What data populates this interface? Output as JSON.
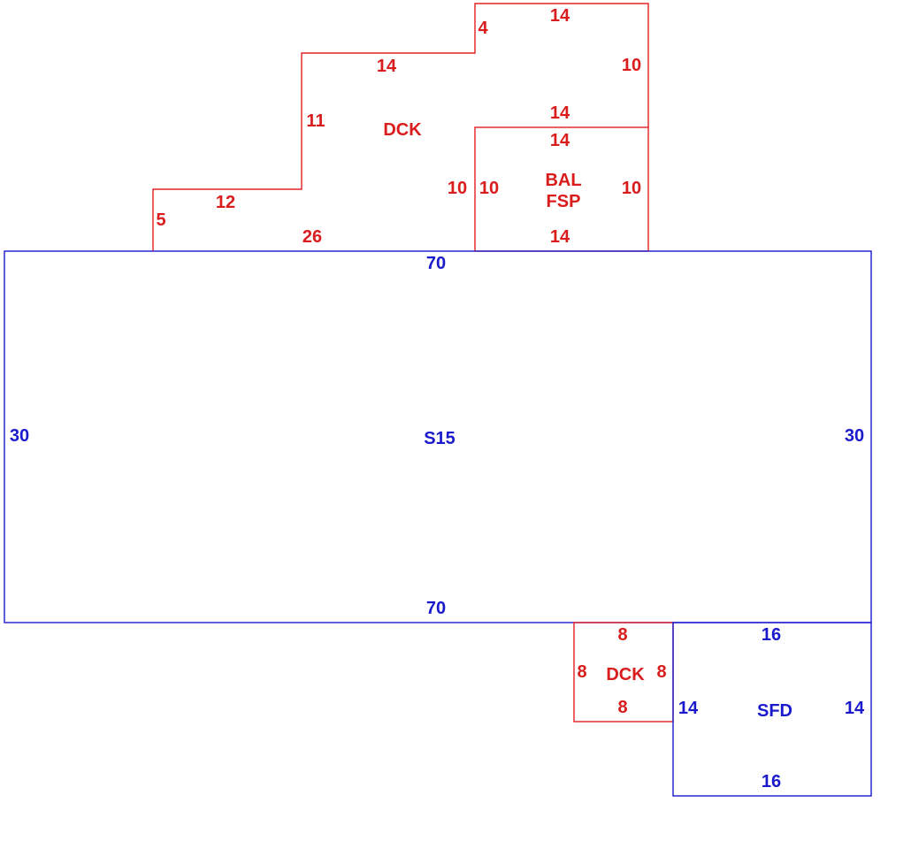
{
  "colors": {
    "dck": "#e32020",
    "main": "#1a1acc",
    "background": "#ffffff"
  },
  "upper_dck": {
    "code": "DCK",
    "dims": {
      "notch_width": "4",
      "top_width": "14",
      "right_height": "10",
      "step_width": "14",
      "step_height": "11",
      "lower_step_width": "12",
      "lower_step_height": "5",
      "bottom_width": "26",
      "inner_height": "10",
      "inner_width": "14"
    }
  },
  "bal": {
    "code_line1": "BAL",
    "code_line2": "FSP",
    "dims": {
      "top": "14",
      "left": "10",
      "right": "10",
      "bottom": "14"
    }
  },
  "s15": {
    "code": "S15",
    "dims": {
      "top": "70",
      "bottom": "70",
      "left": "30",
      "right": "30"
    }
  },
  "lower_dck": {
    "code": "DCK",
    "dims": {
      "top": "8",
      "left": "8",
      "right": "8",
      "bottom": "8"
    }
  },
  "sfd": {
    "code": "SFD",
    "dims": {
      "top": "16",
      "bottom": "16",
      "left": "14",
      "right": "14"
    }
  }
}
